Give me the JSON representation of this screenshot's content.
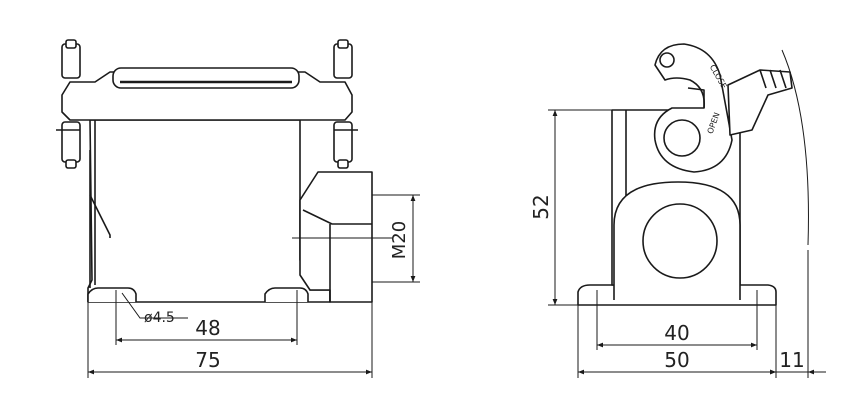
{
  "colors": {
    "line": "#1a1a1a",
    "shade": "#555555",
    "background": "#ffffff"
  },
  "front_view": {
    "width_dim": "75",
    "hole_spacing_dim": "48",
    "hole_dia_dim": "ø4.5",
    "thread_dim": "M20"
  },
  "side_view": {
    "height_dim": "52",
    "hole_spacing_dim": "40",
    "base_width_dim": "50",
    "lever_clearance_dim": "11",
    "lever_label_close": "CLOSE",
    "lever_label_open": "OPEN"
  }
}
